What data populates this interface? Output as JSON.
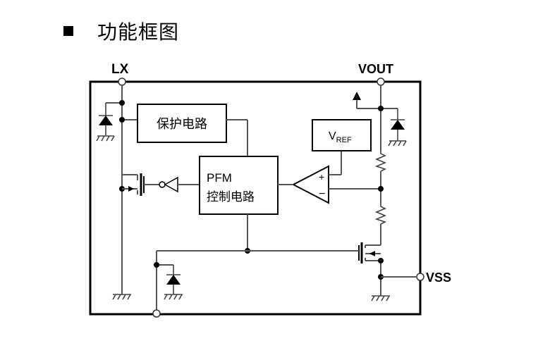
{
  "heading": {
    "bullet_icon": "black-square-icon",
    "title": "功能框图"
  },
  "pins": {
    "lx": "LX",
    "vout": "VOUT",
    "vss": "VSS"
  },
  "blocks": {
    "protection": "保护电路",
    "pfm_line1": "PFM",
    "pfm_line2": "控制电路",
    "vref_main": "V",
    "vref_sub": "REF"
  },
  "comparator": {
    "plus": "+",
    "minus": "−"
  }
}
